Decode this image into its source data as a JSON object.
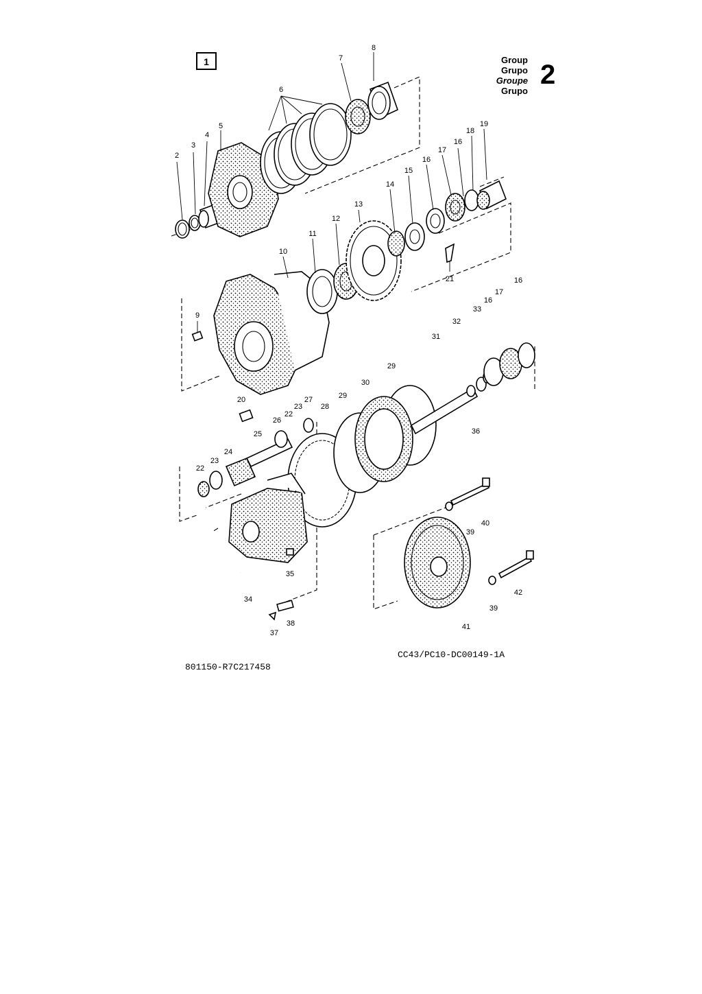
{
  "box_label": "1",
  "group_header": {
    "words": [
      "Group",
      "Grupo",
      "Groupe",
      "Grupo"
    ],
    "number": "2"
  },
  "reference_left": "801150-R7C217458",
  "reference_right": "CC43/PC10-DC00149-1A",
  "callouts": [
    "2",
    "3",
    "4",
    "5",
    "6",
    "7",
    "8",
    "9",
    "10",
    "11",
    "12",
    "13",
    "14",
    "15",
    "16",
    "16",
    "17",
    "18",
    "19",
    "20",
    "21",
    "22",
    "22",
    "23",
    "23",
    "24",
    "25",
    "26",
    "27",
    "28",
    "29",
    "29",
    "30",
    "31",
    "32",
    "33",
    "16",
    "17",
    "16",
    "34",
    "35",
    "36",
    "37",
    "38",
    "39",
    "40",
    "39",
    "41",
    "42"
  ]
}
